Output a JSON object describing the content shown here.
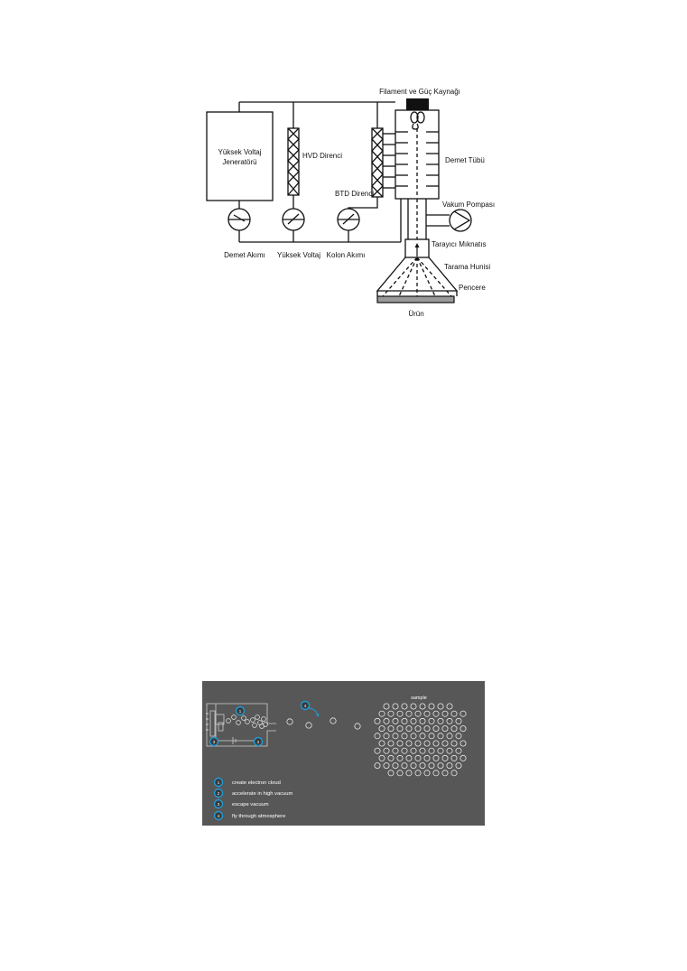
{
  "schematic": {
    "labels": {
      "filament": "Filament ve Güç Kaynağı",
      "generator_line1": "Yüksek Voltaj",
      "generator_line2": "Jeneratörü",
      "hvd_resistor": "HVD Direnci",
      "btd_resistor": "BTD Direnci",
      "beam_tube": "Demet Tübü",
      "vacuum_pump": "Vakum Pompası",
      "scanning_magnet": "Tarayıcı Mıknatıs",
      "scan_horn": "Tarama Hunisi",
      "window": "Pencere",
      "product": "Ürün",
      "beam_current": "Demet Akımı",
      "high_voltage": "Yüksek Voltaj",
      "column_current": "Kolon Akımı"
    }
  },
  "electron_panel": {
    "sample_label": "sample",
    "steps": [
      {
        "number": "1",
        "text": "create electron cloud"
      },
      {
        "number": "2",
        "text": "accelerate in high vacuum"
      },
      {
        "number": "3",
        "text": "escape vacuum"
      },
      {
        "number": "4",
        "text": "fly through atmosphere"
      }
    ],
    "colors": {
      "background": "#575757",
      "accent": "#1f9bd6",
      "ink": "#ffffff"
    }
  }
}
